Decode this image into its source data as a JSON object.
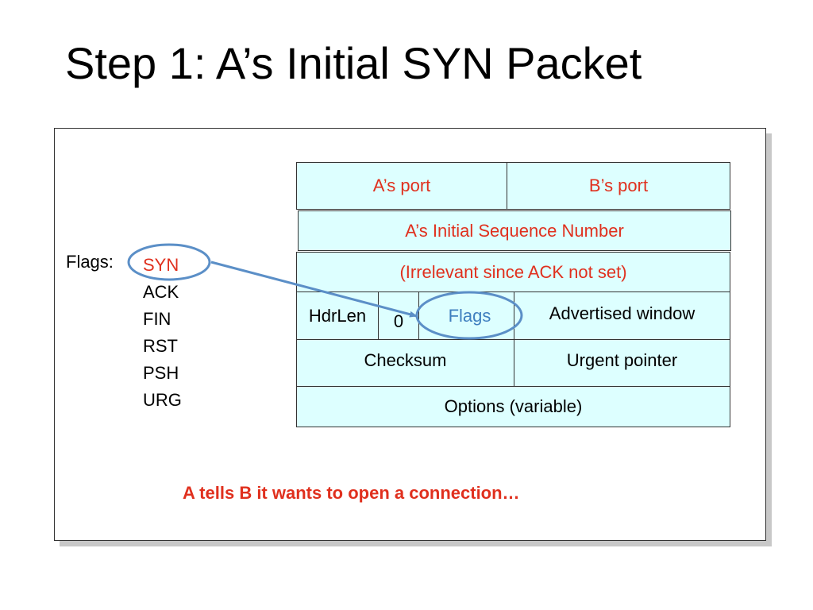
{
  "title": "Step 1: A’s Initial SYN Packet",
  "header_fields": {
    "src_port": "A’s port",
    "dst_port": "B’s port",
    "seq_num": "A’s Initial Sequence Number",
    "ack_num": "(Irrelevant since ACK not set)",
    "hdrlen": "HdrLen",
    "reserved": "0",
    "flags": "Flags",
    "adv_window": "Advertised window",
    "checksum": "Checksum",
    "urgent_ptr": "Urgent pointer",
    "options": "Options (variable)"
  },
  "flags_label": "Flags:",
  "flag_list": [
    "SYN",
    "ACK",
    "FIN",
    "RST",
    "PSH",
    "URG"
  ],
  "caption": "A tells B it wants to open a connection…",
  "colors": {
    "highlight_red": "#e0301e",
    "highlight_blue": "#3f7fbf",
    "field_fill": "#ddffff"
  }
}
